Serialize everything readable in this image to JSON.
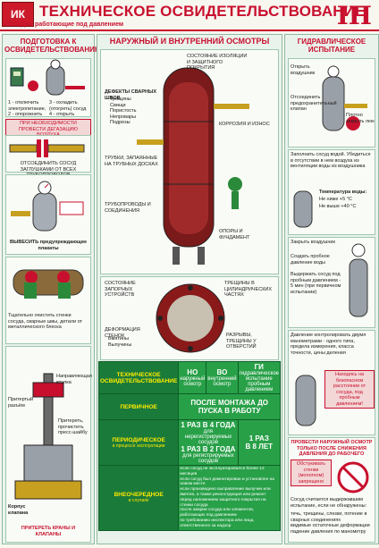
{
  "header": {
    "logo": "ИК",
    "title": "ТЕХНИЧЕСКОЕ ОСВИДЕТЕЛЬСТВОВАНИЕ",
    "roman": "III",
    "subtitle": "СОСУДЫ, работающие под давлением"
  },
  "left": {
    "heading": "ПОДГОТОВКА К ОСВИДЕТЕЛЬСТВОВАНИЮ",
    "cap1": "1 - отключить электропитание,\n2 - опорожнить сосуд",
    "cap2": "3 - охладить (отогреть) сосуд\n4 - открыть воздушник",
    "note1": "ПРИ НЕОБХОДИМОСТИ ПРОВЕСТИ ДЕГАЗАЦИЮ ВОЗДУХА",
    "cap3": "ОТСОЕДИНИТЬ СОСУД ЗАГЛУШКАМИ ОТ ВСЕХ ТРУБОПРОВОДОВ",
    "cap4": "ВЫВЕСИТЬ предупреждающие плакаты",
    "cap5": "Тщательно очистить стенки сосуда, сварные швы, детали от металлического блеска",
    "cap6": "Направляющая втулка",
    "cap7": "Притертый разъём",
    "cap8": "Притереть, прочистить пресс-шайбу",
    "cap9": "Корпус клапана",
    "cap10": "ПРИТЕРЕТЬ КРАНЫ И КЛАПАНЫ"
  },
  "middle": {
    "heading": "НАРУЖНЫЙ И ВНУТРЕННИЙ ОСМОТРЫ",
    "label_top": "СОСТОЯНИЕ ИЗОЛЯЦИИ И ЗАЩИТНОГО ПОКРЫТИЯ",
    "label_defects": "ДЕФЕКТЫ СВАРНЫХ ШВОВ",
    "defects_list": [
      "Трещины",
      "Свищи",
      "Пористость",
      "Непровары",
      "Подрезы"
    ],
    "label_corrosion": "КОРРОЗИЯ И ИЗНОС",
    "label_tubes": "ТРУБКИ, ЗАПАЯННЫЕ НА ТРУБНЫХ ДОСКАХ",
    "label_pipes": "ТРУБОПРОВОДЫ И СОЕДИНЕНИЯ",
    "label_supports": "ОПОРЫ И ФУНДАМЕНТ",
    "label_bolts": "СОСТОЯНИЕ ЗАПОРНЫХ УСТРОЙСТВ",
    "label_gaskets": "ТРЕЩИНЫ В ЦИЛИНДРИЧЕСКИХ ЧАСТЯХ",
    "label_deform": "ДЕФОРМАЦИЯ СТЕНОК",
    "deform_list": [
      "Вмятины",
      "Выпучины"
    ],
    "label_cracks": "РАЗРЫВЫ, ТРЕЩИНЫ У ОТВЕРСТИЙ"
  },
  "right": {
    "heading": "ГИДРАВЛИЧЕСКОЕ ИСПЫТАНИЕ",
    "cap1": "Открыть воздушник",
    "cap2": "Отсоединить предохранительный клапан",
    "cap3": "Плотно закрыть люк",
    "cap4": "Заполнить сосуд водой. Убедиться в отсутствии в нем воздуха из вентиляции воды из воздушника",
    "temp": "Температура воды:",
    "tmin": "Не ниже +5 °С",
    "tmax": "Не выше +40 °С",
    "cap5": "Закрыть воздушник",
    "cap6": "Создать пробное давление воды",
    "cap7": "Выдержать сосуд под пробным давлением - 5 мин (при первичном испытании)",
    "cap8": "Давление контролировать двумя манометрами - одного типа, предела измерения, класса точности, цены деления",
    "note_warn": "Находясь на безопасном расстоянии от сосуда, под пробным давлением!",
    "cap9": "ПРОВЕСТИ НАРУЖНЫЙ ОСМОТР ТОЛЬКО ПОСЛЕ СНИЖЕНИЯ ДАВЛЕНИЯ ДО РАБОЧЕГО",
    "cap10": "Обстукивать стенки (молотком) запрещено",
    "cap11": "Сосуд считается выдержавшим испытание, если не обнаружены:",
    "list": [
      "течь, трещины, слезки, потение в сварных соединениях",
      "видимые остаточные деформации",
      "падение давления по манометру"
    ]
  },
  "schedule": {
    "col0": "ТЕХНИЧЕСКОЕ ОСВИДЕТЕЛЬСТВОВАНИЕ",
    "col1": "НО",
    "col1sub": "наружный осмотр",
    "col2": "ВО",
    "col2sub": "внутренний осмотр",
    "col3": "ГИ",
    "col3sub": "гидравлическое испытание пробным давлением",
    "row1": "ПЕРВИЧНОЕ",
    "row1val": "ПОСЛЕ МОНТАЖА ДО ПУСКА В РАБОТУ",
    "row2": "ПЕРИОДИЧЕСКОЕ",
    "row2sub": "в процессе эксплуатации",
    "row2a": "1 РАЗ В 4 ГОДА",
    "row2asub": "для нерегистрируемых сосудов",
    "row2b": "1 РАЗ В 2 ГОДА",
    "row2bsub": "для регистрируемых сосудов",
    "row2c": "1 РАЗ",
    "row2c2": "В 8 ЛЕТ",
    "row3": "ВНЕОЧЕРЕДНОЕ",
    "row3sub": "в случаях",
    "row3list": [
      "если сосуд не эксплуатировался более 12 месяцев",
      "если сосуд был демонтирован и установлен на новом месте",
      "если произведено выправление выпучин или вмятин, а также реконструкция или ремонт",
      "перед наложением защитного покрытия на стенки сосуда",
      "после аварии сосуда или элементов, работающих под давлением",
      "по требованию инспектора или лица, ответственного за надзор"
    ]
  }
}
